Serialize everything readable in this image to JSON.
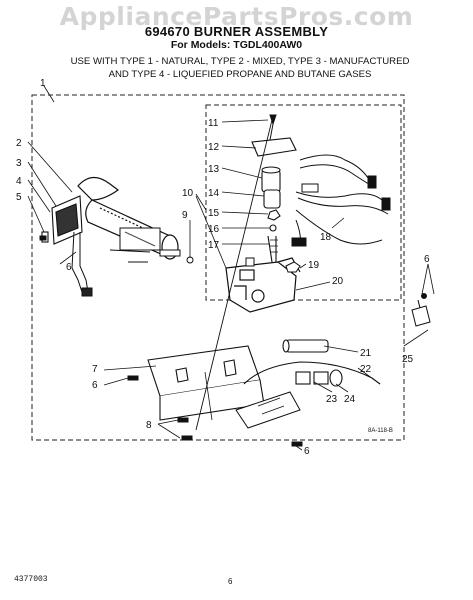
{
  "watermark": "AppliancePartsPros.com",
  "header": {
    "title": "694670 BURNER ASSEMBLY",
    "models": "For Models: TGDL400AW0",
    "use_line1": "USE WITH TYPE 1 - NATURAL, TYPE 2 - MIXED, TYPE 3 - MANUFACTURED",
    "use_line2": "AND TYPE 4 - LIQUEFIED PROPANE AND BUTANE GASES"
  },
  "callouts": {
    "c1": "1",
    "c2": "2",
    "c3": "3",
    "c4": "4",
    "c5": "5",
    "c6a": "6",
    "c6b": "6",
    "c6c": "6",
    "c6d": "6",
    "c7": "7",
    "c8": "8",
    "c9": "9",
    "c10": "10",
    "c11": "11",
    "c12": "12",
    "c13": "13",
    "c14": "14",
    "c15": "15",
    "c16": "16",
    "c17": "17",
    "c18": "18",
    "c19": "19",
    "c20": "20",
    "c21": "21",
    "c22": "22",
    "c23": "23",
    "c24": "24",
    "c25": "25"
  },
  "ref_code": "8A-118-B",
  "footer": {
    "doc_number": "4377003",
    "page_number": "6"
  }
}
